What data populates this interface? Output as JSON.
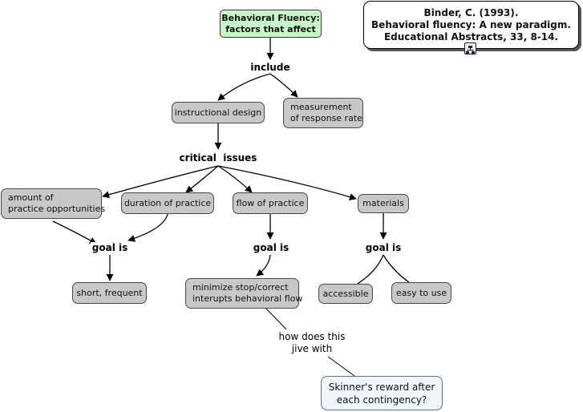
{
  "concepts": {
    "root": "Behavioral Fluency:\nfactors that affect",
    "reference": "Binder, C. (1993).\nBehavioral fluency: A new paradigm.\nEducational Abstracts, 33, 8-14.",
    "instructional_design": "instructional design",
    "measurement": "measurement\nof response rate",
    "amount": "amount of\npractice opportunities",
    "duration": "duration of practice",
    "flow": "flow of practice",
    "materials": "materials",
    "short_frequent": "short, frequent",
    "minimize": "minimize stop/correct\ninterupts behavioral flow",
    "accessible": "accessible",
    "easy_to_use": "easy to use",
    "skinner": "Skinner's reward after\neach contingency?"
  },
  "linking_phrases": {
    "include": "include",
    "critical_issues": "critical  issues",
    "goal_left": "goal is",
    "goal_mid": "goal is",
    "goal_right": "goal is",
    "jive": "how does this\njive with"
  },
  "icons": {
    "reference_attachment": "concept-map-icon"
  },
  "colors": {
    "root_fill": "#c6f6c6",
    "concept_fill": "#c8c8c8",
    "question_fill": "#f2f6fa",
    "line": "#000000"
  }
}
